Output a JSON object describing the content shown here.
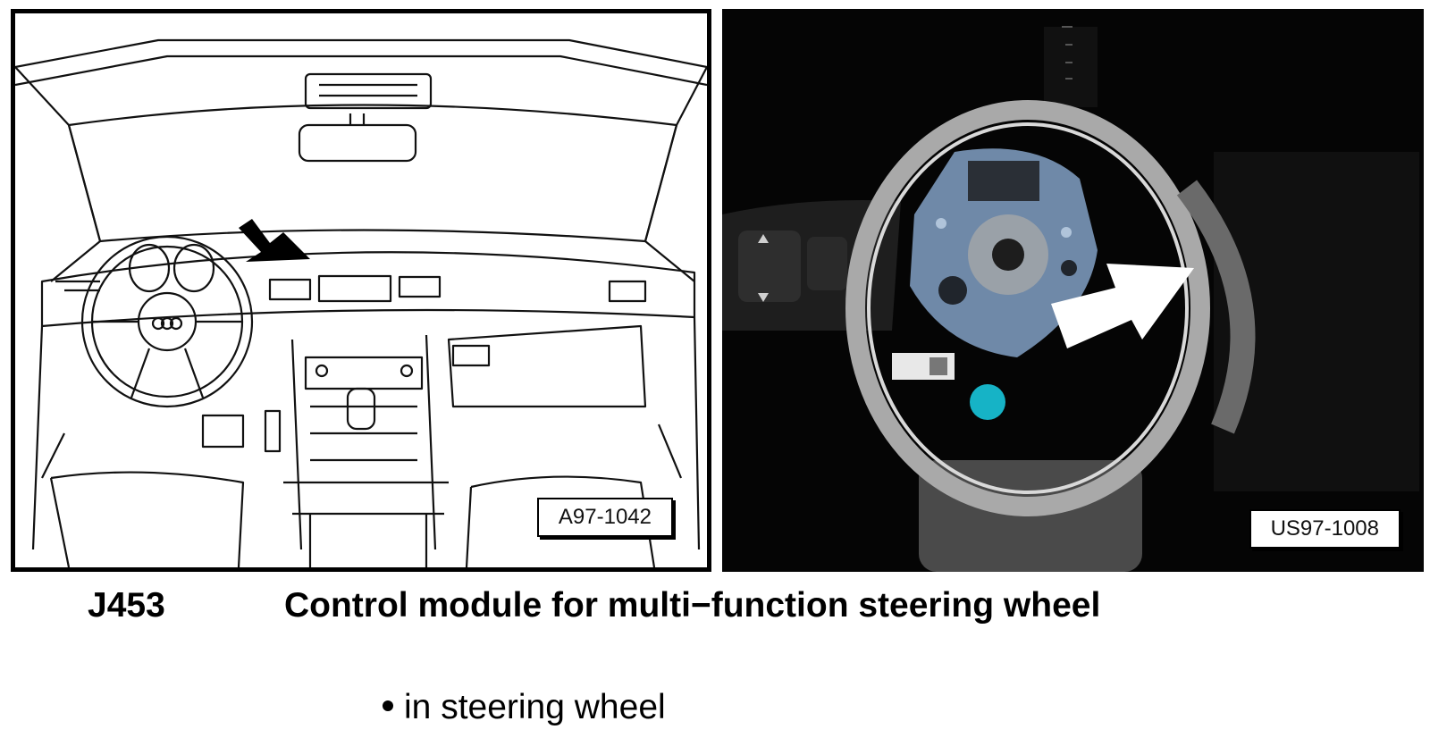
{
  "figures": {
    "left": {
      "label": "A97-1042"
    },
    "right": {
      "label": "US97-1008"
    }
  },
  "entry": {
    "code": "J453",
    "description": "Control module for multi−function steering wheel",
    "location_bullet": "in steering wheel"
  }
}
